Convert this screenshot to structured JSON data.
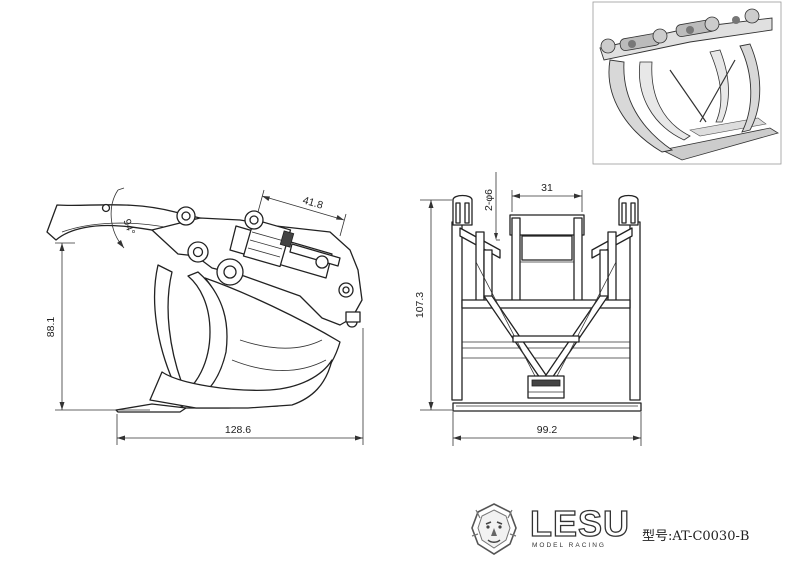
{
  "dimensions": {
    "side_width": "128.6",
    "side_height": "88.1",
    "side_top": "41.8",
    "side_angle": "94°",
    "front_width": "99.2",
    "front_height": "107.3",
    "front_top": "31",
    "front_holes": "2-φ6"
  },
  "brand": {
    "name": "LESU",
    "subtitle": "MODEL RACING",
    "model_number": "型号:AT-C0030-B"
  },
  "icons": {
    "logo": "lion-head-icon"
  }
}
